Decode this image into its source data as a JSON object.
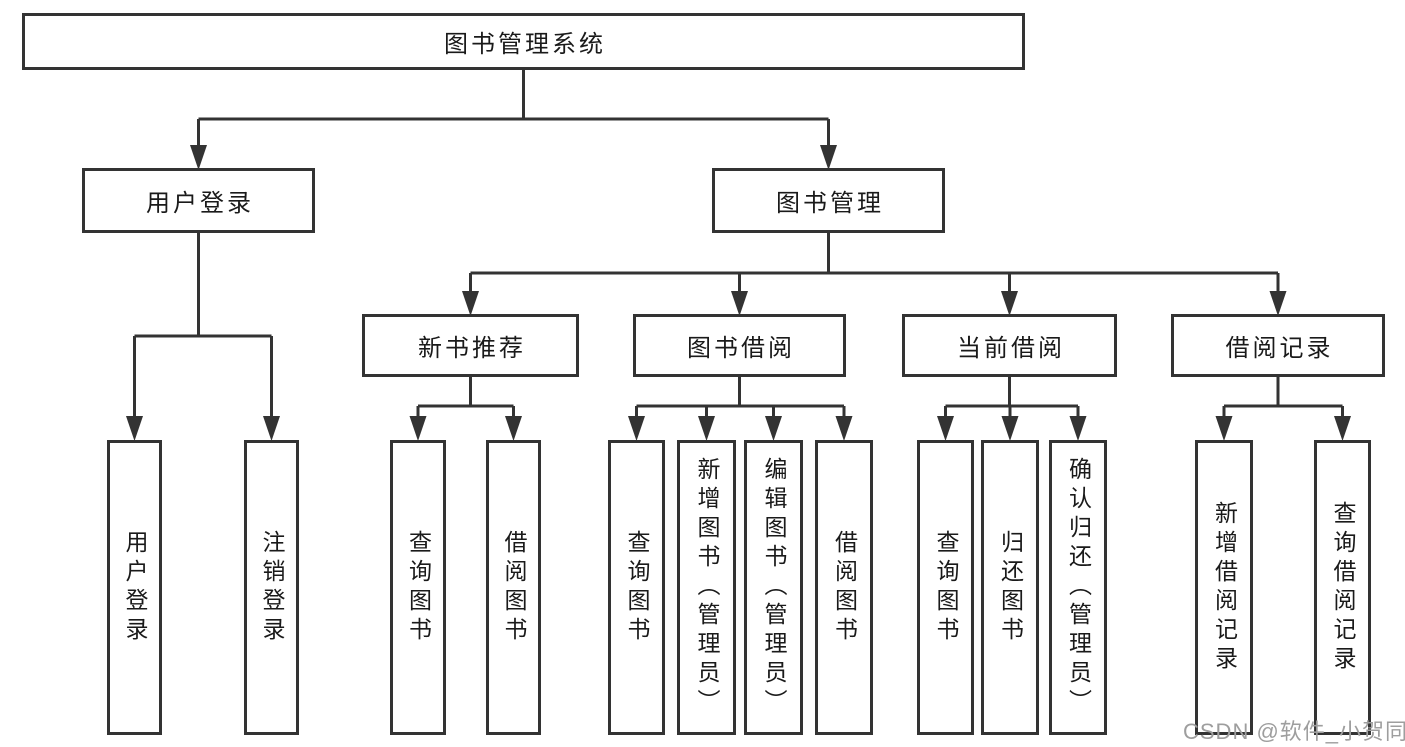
{
  "diagram": {
    "type": "tree",
    "title": "图书管理系统",
    "nodes": {
      "root": "图书管理系统",
      "user_login": "用户登录",
      "book_mgmt": "图书管理",
      "new_book_rec": "新书推荐",
      "book_borrow": "图书借阅",
      "current_borrow": "当前借阅",
      "borrow_records": "借阅记录",
      "leaf_user_login": "用户登录",
      "leaf_logout": "注销登录",
      "leaf_nbr_query_book": "查询图书",
      "leaf_nbr_borrow_book": "借阅图书",
      "leaf_bb_query_book": "查询图书",
      "leaf_bb_add_book": "新增图书（管理员）",
      "leaf_bb_edit_book": "编辑图书（管理员）",
      "leaf_bb_borrow_book": "借阅图书",
      "leaf_cb_query_book": "查询图书",
      "leaf_cb_return_book": "归还图书",
      "leaf_cb_confirm_return": "确认归还（管理员）",
      "leaf_br_add_record": "新增借阅记录",
      "leaf_br_query_record": "查询借阅记录"
    },
    "edges": [
      [
        "root",
        "user_login"
      ],
      [
        "root",
        "book_mgmt"
      ],
      [
        "user_login",
        "leaf_user_login"
      ],
      [
        "user_login",
        "leaf_logout"
      ],
      [
        "book_mgmt",
        "new_book_rec"
      ],
      [
        "book_mgmt",
        "book_borrow"
      ],
      [
        "book_mgmt",
        "current_borrow"
      ],
      [
        "book_mgmt",
        "borrow_records"
      ],
      [
        "new_book_rec",
        "leaf_nbr_query_book"
      ],
      [
        "new_book_rec",
        "leaf_nbr_borrow_book"
      ],
      [
        "book_borrow",
        "leaf_bb_query_book"
      ],
      [
        "book_borrow",
        "leaf_bb_add_book"
      ],
      [
        "book_borrow",
        "leaf_bb_edit_book"
      ],
      [
        "book_borrow",
        "leaf_bb_borrow_book"
      ],
      [
        "current_borrow",
        "leaf_cb_query_book"
      ],
      [
        "current_borrow",
        "leaf_cb_return_book"
      ],
      [
        "current_borrow",
        "leaf_cb_confirm_return"
      ],
      [
        "borrow_records",
        "leaf_br_add_record"
      ],
      [
        "borrow_records",
        "leaf_br_query_record"
      ]
    ],
    "colors": {
      "line": "#333333",
      "box_border": "#333333",
      "box_fill": "#ffffff",
      "text": "#1a1a1a",
      "background": "#ffffff"
    }
  },
  "watermark": "CSDN @软件_小贺同学"
}
